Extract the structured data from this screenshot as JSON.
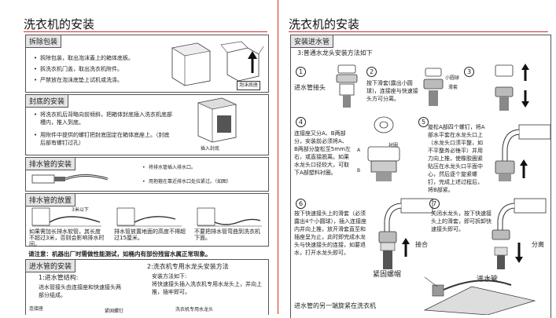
{
  "left": {
    "title": "洗衣机的安装",
    "unpack": {
      "label": "拆除包装",
      "bullets": [
        "拆除包装，取出泡沫蓋上的箱体底板。",
        "拆洗衣机门盖，取出洗衣机附件。",
        "严禁放在泡沫底垫上试机或洗涤。"
      ],
      "img_label": "泡沫底座"
    },
    "bottom_plate": {
      "label": "封底的安装",
      "bullets": [
        "将洗衣机后背略向前倾斜，把箱体封底插入洗衣机底部槽内，推入到底。",
        "用附件中提供的螺钉把封底固定在箱体底座上。（封底后部有螺钉过孔）"
      ],
      "img_label": "插入封底"
    },
    "drain_install": {
      "label": "排水管的安装",
      "notes": [
        "将排水管插入排水口。",
        "用抱箍在靠近排水口处拉紧过。（如图）"
      ]
    },
    "drain_place": {
      "label": "排水管的放置",
      "dim": "3米以下",
      "captions": [
        "如果需加长排水软管，其长度不超过3米，否则会影响排水时间。",
        "排水管放置地面的高度不得超过15厘米。",
        "不要把排水管弯曲到洗衣机下面。"
      ]
    },
    "warning": "请注意：机器出厂时需做性能测试，如桶内有部份残留水属正常现象。",
    "inlet": {
      "label": "进水管的安装",
      "step1_title": "1:进水管结构:",
      "step1_text": "进水管接头由连接座和快速接头两部分组成。",
      "step2_title": "2:洗衣机专用水龙头安装方法",
      "step2_sub": "安装方法如下:",
      "step2_text": "将快速接头插入洗衣机专用水龙头上，并向上推，插牢即可。",
      "img_a": "连接座",
      "img_b": "紧固螺钉",
      "img_c": "洗衣机专用水龙头"
    }
  },
  "right": {
    "title": "洗衣机的安装",
    "section_label": "安装进水管",
    "step3_title": "3:普通水龙头安装方法如下",
    "steps": [
      {
        "num": "1",
        "text": "进水管接头"
      },
      {
        "num": "2",
        "text": "按下滑套(露出小圆球)，连接座与快速接头方可分离。",
        "tag1": "小圆球",
        "tag2": "滑套"
      },
      {
        "num": "3",
        "text": ""
      },
      {
        "num": "4",
        "text": "连接座又分A、B两部分，安装前必须将A、B两部分旋松至5mm左右，或直接脱离。如果水龙头口径较大，可取下A部塑料衬圈。",
        "tag1": "A",
        "tag2": "衬圈",
        "tag3": "B"
      },
      {
        "num": "5",
        "text": "旋松A部四个螺钉，将A部水平套在水龙头口上（水龙头口须平整，如不平整务必锉平）并用力向上推，使橡胶圈紧贴压在水龙头口平面中心，然后逐个旋紧螺钉，完成上述过程后，将B部紧。"
      },
      {
        "num": "6",
        "text": "按下快速接头上的滑套（必须露出4个小圆球），插入连接座内并向上推，放开滑套直至和插座呈为止，此时即完成水龙头与快速接头的连接，如要退水，打开水龙头即可。",
        "tag1": "接合"
      },
      {
        "num": "7",
        "text": "关闭水龙头，按下快速接头上的滑套，即可拆卸快速接头即可。",
        "tag1": "分离"
      }
    ],
    "fig_label1": "紧固螺帽",
    "fig_label2": "进水管",
    "bottom_text": "进水管的另一端旋紧在洗衣机"
  }
}
